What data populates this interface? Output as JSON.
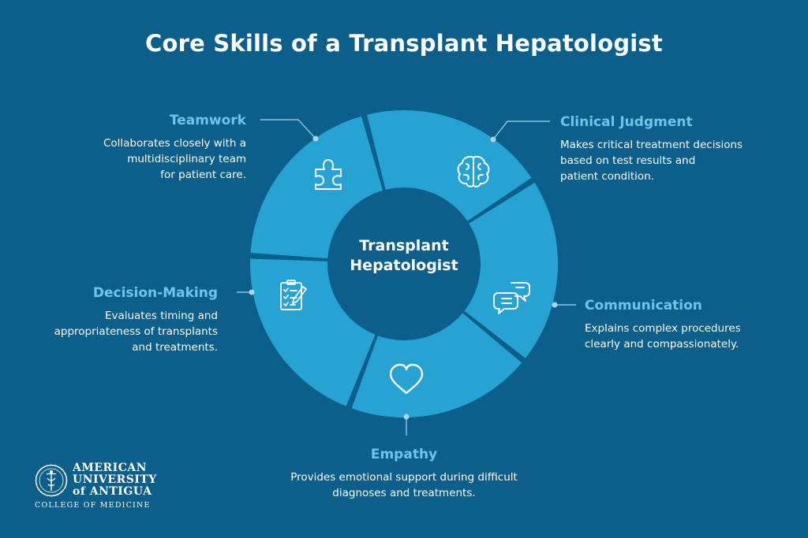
{
  "title": "Core Skills of a Transplant Hepatologist",
  "center": {
    "line1": "Transplant",
    "line2": "Hepatologist"
  },
  "skills": [
    {
      "title": "Teamwork",
      "description": [
        "Collaborates closely with a",
        "multidisciplinary team",
        "for patient care."
      ],
      "icon": "puzzle-icon"
    },
    {
      "title": "Clinical Judgment",
      "description": [
        "Makes critical treatment decisions",
        "based on test results and",
        "patient condition."
      ],
      "icon": "brain-icon"
    },
    {
      "title": "Communication",
      "description": [
        "Explains complex procedures",
        "clearly and compassionately."
      ],
      "icon": "chat-bubbles-icon"
    },
    {
      "title": "Empathy",
      "description": [
        "Provides emotional support during difficult",
        "diagnoses and treatments."
      ],
      "icon": "heart-icon"
    },
    {
      "title": "Decision-Making",
      "description": [
        "Evaluates timing and",
        "appropriateness of transplants",
        "and treatments."
      ],
      "icon": "clipboard-checklist-icon"
    }
  ],
  "logo": {
    "line1": "AMERICAN",
    "line2": "UNIVERSITY",
    "line3": "of ANTIGUA",
    "line4": "COLLEGE OF MEDICINE"
  },
  "colors": {
    "background": "#0b5f8a",
    "segment": "#27a3d3",
    "center": "#0b5f8a",
    "heading": "#6cc6ea",
    "text": "#ffffff"
  }
}
